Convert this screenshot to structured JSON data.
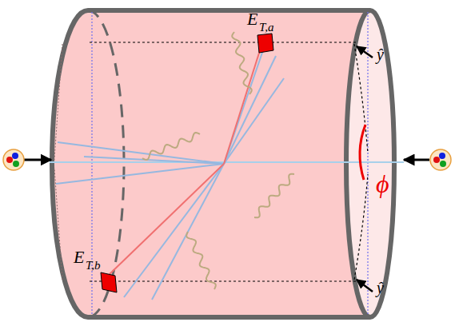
{
  "diagram": {
    "labels": [
      "E",
      "T,a",
      "E",
      "T,b",
      "ŷ",
      "ŷ",
      "ϕ"
    ]
  }
}
